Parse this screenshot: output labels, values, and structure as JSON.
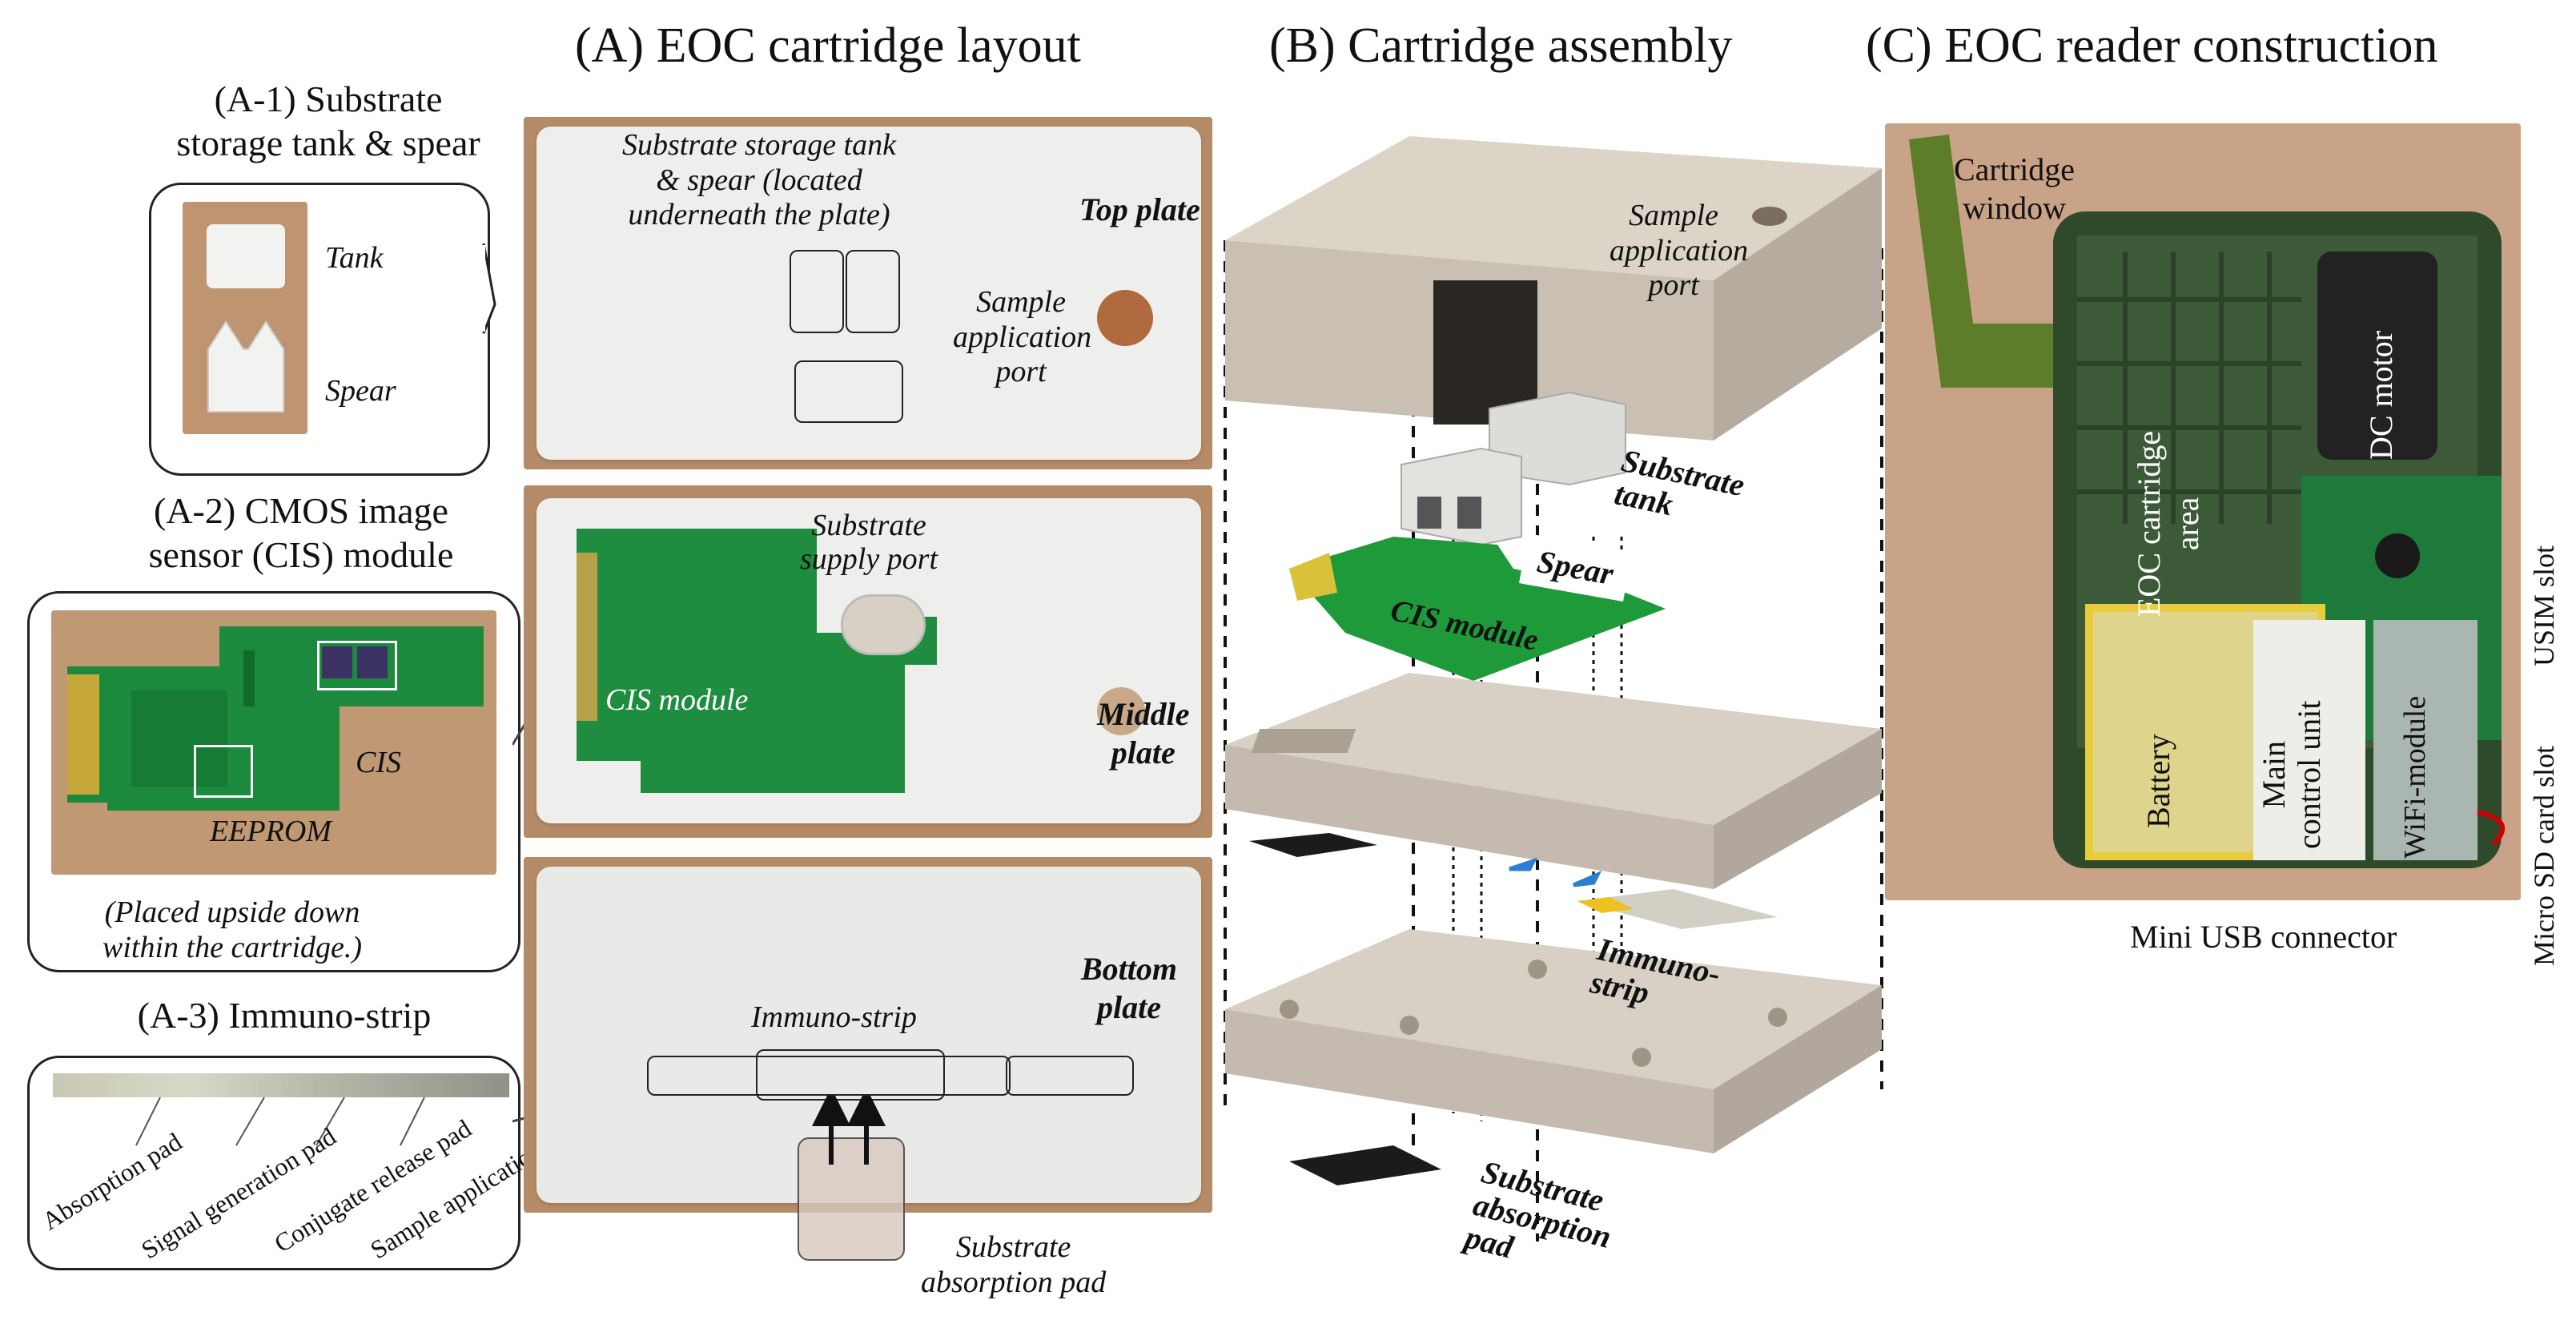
{
  "titles": {
    "a": "(A) EOC cartridge layout",
    "b": "(B) Cartridge assembly",
    "c": "(C) EOC reader construction"
  },
  "a1": {
    "title": [
      "(A-1) Substrate",
      "storage tank & spear"
    ],
    "tank": "Tank",
    "spear": "Spear"
  },
  "a2": {
    "title": [
      "(A-2) CMOS image",
      "sensor (CIS) module"
    ],
    "cis": "CIS",
    "eeprom": "EEPROM",
    "note": [
      "(Placed upside down",
      "within the cartridge.)"
    ]
  },
  "a3": {
    "title": "(A-3) Immuno-strip",
    "pads": [
      "Absorption pad",
      "Signal generation pad",
      "Conjugate release pad",
      "Sample application pad"
    ]
  },
  "layout": {
    "top_note": [
      "Substrate storage tank",
      "& spear (located",
      "underneath the plate)"
    ],
    "top_plate": "Top plate",
    "sample_port": [
      "Sample",
      "application",
      "port"
    ],
    "supply_port": [
      "Substrate",
      "supply port"
    ],
    "cis_module": "CIS module",
    "middle_plate": [
      "Middle",
      "plate"
    ],
    "bottom_plate": [
      "Bottom",
      "plate"
    ],
    "immuno_strip": "Immuno-strip",
    "abs_pad": [
      "Substrate",
      "absorption pad"
    ]
  },
  "assembly": {
    "sample_port": [
      "Sample",
      "application",
      "port"
    ],
    "tank": [
      "Substrate",
      "tank"
    ],
    "spear": "Spear",
    "cis_module": "CIS module",
    "immuno_strip": [
      "Immuno-",
      "strip"
    ],
    "abs_pad": [
      "Substrate",
      "absorption",
      "pad"
    ]
  },
  "reader": {
    "window": [
      "Cartridge",
      "window"
    ],
    "eoc_area": [
      "EOC cartridge",
      "area"
    ],
    "dc_motor": "DC motor",
    "battery": "Battery",
    "mcu": [
      "Main",
      "control unit"
    ],
    "wifi": "WiFi-module",
    "usb": "Mini USB connector",
    "usim": "USIM slot",
    "sd": "Micro SD card slot"
  },
  "colors": {
    "plate": "#eeeeec",
    "wood": "#b98e6a",
    "pcb": "#1c8a3c",
    "housing": "#2f4a2c",
    "part": "#d9d1c6"
  }
}
